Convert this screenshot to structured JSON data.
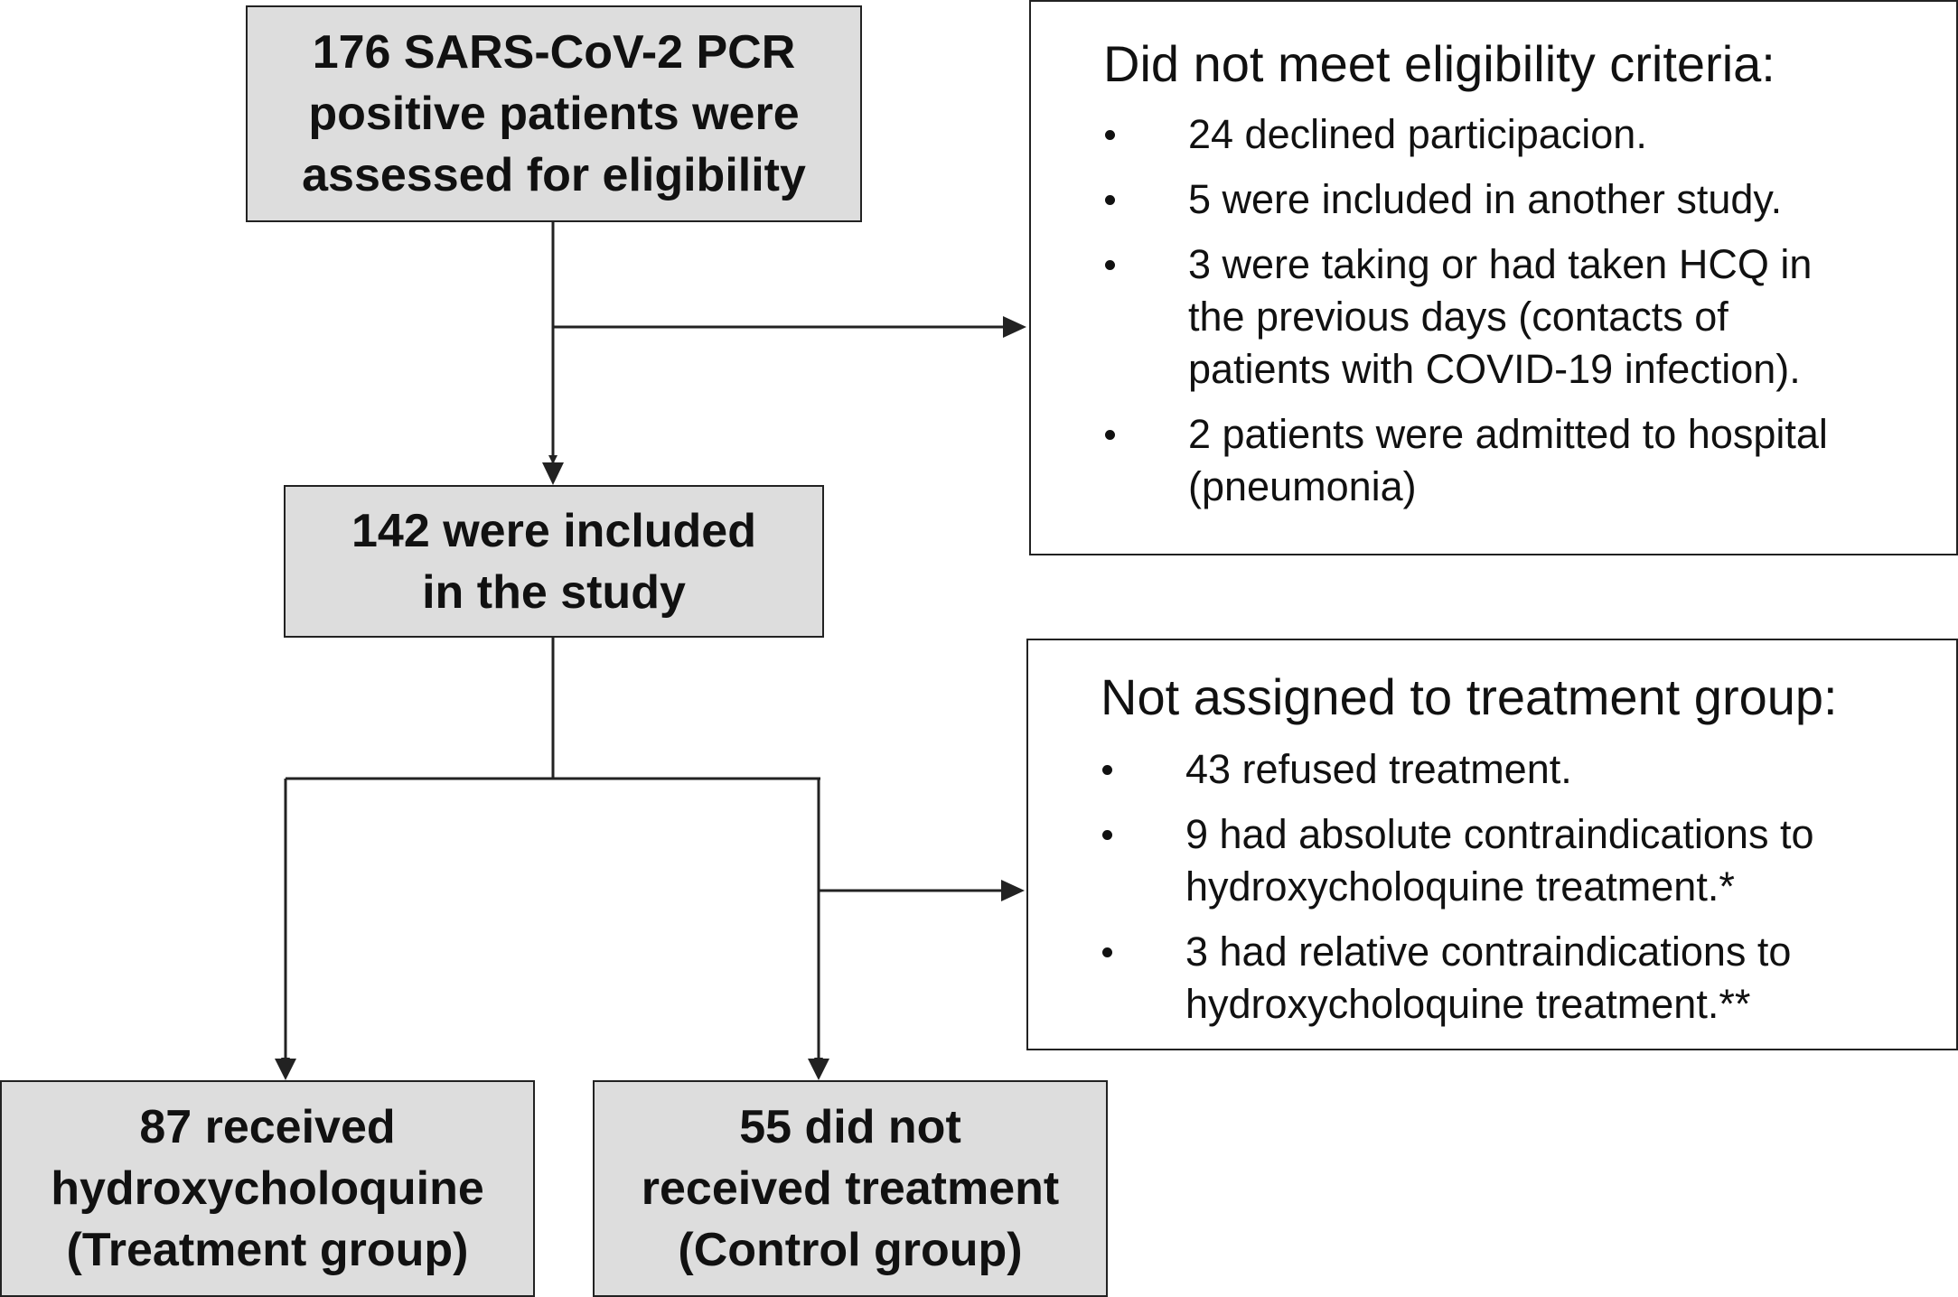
{
  "nodes": {
    "assessed": "176 SARS-CoV-2 PCR\npositive patients were\nassessed for eligibility",
    "included": "142 were included\nin the study",
    "treatment": "87 received\nhydroxycholoquine\n(Treatment  group)",
    "control": "55 did not\nreceived treatment\n(Control group)"
  },
  "excluded": {
    "title": "Did not meet eligibility criteria:",
    "items": [
      "24 declined participacion.",
      "5 were included in another study.",
      "3 were taking or had taken HCQ in\nthe previous days (contacts of\npatients with COVID-19 infection).",
      "2 patients were admitted to hospital\n(pneumonia)"
    ]
  },
  "not_assigned": {
    "title": "Not assigned to treatment group:",
    "items": [
      "43 refused treatment.",
      "9 had absolute contraindications to\nhydroxycholoquine treatment.*",
      "3 had relative contraindications to\nhydroxycholoquine treatment.**"
    ]
  },
  "colors": {
    "box_fill": "#dddddd",
    "line": "#222222"
  }
}
